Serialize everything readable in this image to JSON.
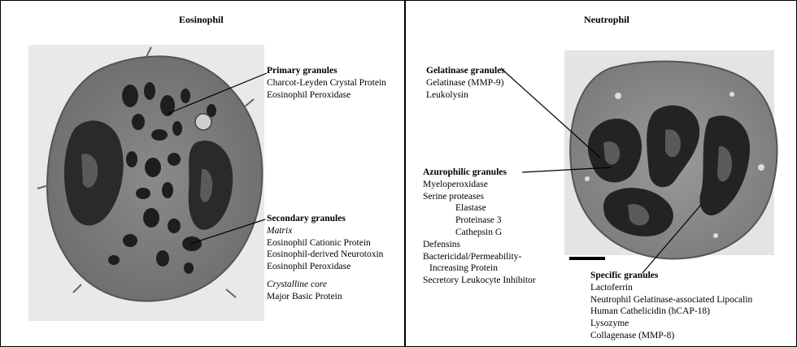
{
  "eosinophil": {
    "title": "Eosinophil",
    "primary": {
      "heading": "Primary granules",
      "items": [
        "Charcot-Leyden Crystal Protein",
        "Eosinophil Peroxidase"
      ]
    },
    "secondary": {
      "heading": "Secondary granules",
      "matrix_label": "Matrix",
      "matrix_items": [
        "Eosinophil Cationic Protein",
        "Eosinophil-derived Neurotoxin",
        "Eosinophil Peroxidase"
      ],
      "core_label": "Crystalline core",
      "core_items": [
        "Major Basic Protein"
      ]
    }
  },
  "neutrophil": {
    "title": "Neutrophil",
    "gelatinase": {
      "heading": "Gelatinase granules",
      "items": [
        "Gelatinase (MMP-9)",
        "Leukolysin"
      ]
    },
    "azurophilic": {
      "heading": "Azurophilic granules",
      "items": [
        "Myeloperoxidase",
        "Serine proteases"
      ],
      "protease_items": [
        "Elastase",
        "Proteinase 3",
        "Cathepsin G"
      ],
      "more_items": [
        "Defensins",
        "Bactericidal/Permeability-"
      ],
      "continued_item": "Increasing Protein",
      "last_item": "Secretory Leukocyte Inhibitor"
    },
    "specific": {
      "heading": "Specific granules",
      "items": [
        "Lactoferrin",
        "Neutrophil Gelatinase-associated Lipocalin",
        "Human Cathelicidin (hCAP-18)",
        "Lysozyme",
        "Collagenase (MMP-8)"
      ]
    }
  }
}
